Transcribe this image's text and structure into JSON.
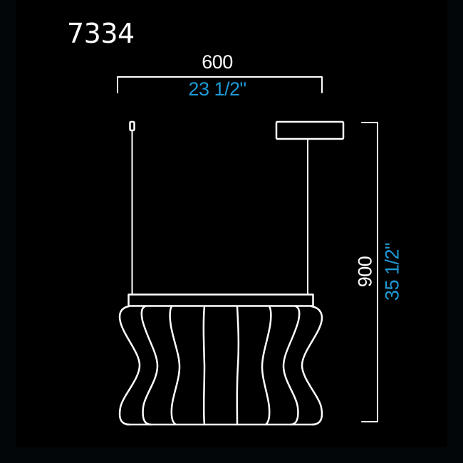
{
  "product": {
    "model_number": "7334"
  },
  "dimensions": {
    "width": {
      "metric": "600",
      "imperial": "23 1/2\""
    },
    "height": {
      "metric": "900",
      "imperial": "35 1/2\""
    }
  },
  "colors": {
    "background": "#000000",
    "line": "#ffffff",
    "metric_text": "#ffffff",
    "imperial_text": "#1e9ad6"
  }
}
